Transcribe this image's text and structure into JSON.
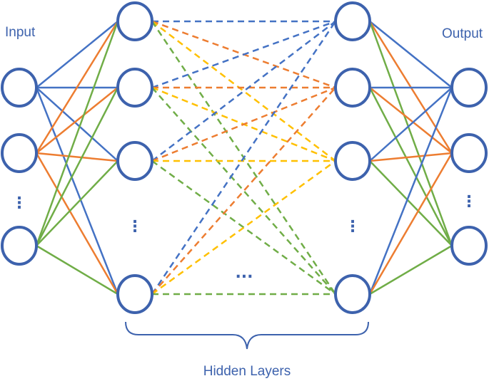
{
  "labels": {
    "input": "Input",
    "output": "Output",
    "hidden": "Hidden Layers",
    "vertical_ellipsis": "⋮",
    "horizontal_ellipsis": "..."
  },
  "colors": {
    "node_stroke": "#3d62ad",
    "text": "#3d62ad",
    "blue": "#4472c4",
    "orange": "#ed7d31",
    "yellow": "#ffc000",
    "green": "#70ad47"
  }
}
